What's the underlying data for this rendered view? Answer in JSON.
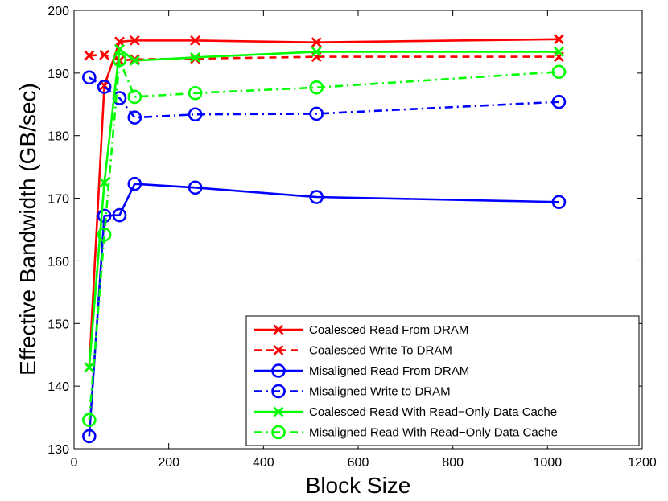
{
  "chart_data": {
    "type": "line",
    "xlabel": "Block Size",
    "ylabel": "Effective Bandwidth (GB/sec)",
    "xlim": [
      0,
      1200
    ],
    "ylim": [
      130,
      200
    ],
    "xticks": [
      0,
      200,
      400,
      600,
      800,
      1000,
      1200
    ],
    "yticks": [
      130,
      140,
      150,
      160,
      170,
      180,
      190,
      200
    ],
    "grid": false,
    "legend_position": "bottom-right",
    "series": [
      {
        "name": "Coalesced Read From DRAM",
        "color": "#ff0000",
        "dash": "solid",
        "marker": "x",
        "x": [
          32,
          64,
          96,
          128,
          256,
          512,
          1024
        ],
        "y": [
          143.0,
          188.0,
          195.0,
          195.2,
          195.2,
          194.9,
          195.4
        ]
      },
      {
        "name": "Coalesced Write To DRAM",
        "color": "#ff0000",
        "dash": "dashed",
        "marker": "x",
        "x": [
          32,
          64,
          96,
          128,
          256,
          512,
          1024
        ],
        "y": [
          192.8,
          192.9,
          192.0,
          192.2,
          192.3,
          192.6,
          192.6
        ]
      },
      {
        "name": "Misaligned Read From DRAM",
        "color": "#0000ff",
        "dash": "solid",
        "marker": "o",
        "x": [
          32,
          64,
          96,
          128,
          256,
          512,
          1024
        ],
        "y": [
          132.0,
          167.2,
          167.3,
          172.3,
          171.7,
          170.2,
          169.4
        ]
      },
      {
        "name": "Misaligned Write to DRAM",
        "color": "#0000ff",
        "dash": "dashdot",
        "marker": "o",
        "x": [
          32,
          64,
          96,
          128,
          256,
          512,
          1024
        ],
        "y": [
          189.3,
          187.8,
          186.0,
          182.9,
          183.4,
          183.5,
          185.4
        ]
      },
      {
        "name": "Coalesced Read With Read−Only Data Cache",
        "color": "#00ff00",
        "dash": "solid",
        "marker": "x",
        "x": [
          32,
          64,
          96,
          128,
          256,
          512,
          1024
        ],
        "y": [
          143.0,
          172.5,
          193.8,
          192.0,
          192.5,
          193.4,
          193.4
        ]
      },
      {
        "name": "Misaligned Read With Read−Only Data Cache",
        "color": "#00ff00",
        "dash": "dashdot",
        "marker": "o",
        "x": [
          32,
          64,
          96,
          128,
          256,
          512,
          1024
        ],
        "y": [
          134.6,
          164.2,
          192.1,
          186.2,
          186.8,
          187.7,
          190.2
        ]
      }
    ]
  }
}
